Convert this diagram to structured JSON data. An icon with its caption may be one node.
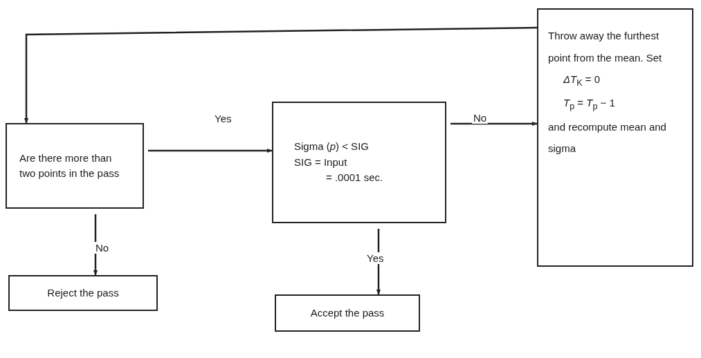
{
  "diagram": {
    "nodes": [
      {
        "text": [
          "Are there more than two points in the pass"
        ]
      },
      {
        "text": [
          "Sigma (*p*) < SIG",
          "SIG = Input",
          "= .0001 sec."
        ]
      },
      {
        "text": [
          "Throw away the furthest point from the mean. Set",
          "*ΔT*$_{K}$ = 0",
          "*T*$_{p}$ = *T*$_{p}$ − 1",
          "and recompute mean and sigma"
        ]
      },
      {
        "text": [
          "Reject the pass"
        ]
      },
      {
        "text": [
          "Accept the pass"
        ]
      }
    ],
    "edges": [
      {
        "from": 0,
        "to": 1,
        "arrow": "to",
        "label": "Yes"
      },
      {
        "from": 1,
        "to": 2,
        "arrow": "to",
        "label": "No"
      },
      {
        "from": 1,
        "to": 4,
        "arrow": "to",
        "label": "Yes"
      },
      {
        "from": 0,
        "to": 3,
        "arrow": "to",
        "label": "No"
      },
      {
        "from": 2,
        "to": 0,
        "arrow": "to"
      }
    ]
  }
}
